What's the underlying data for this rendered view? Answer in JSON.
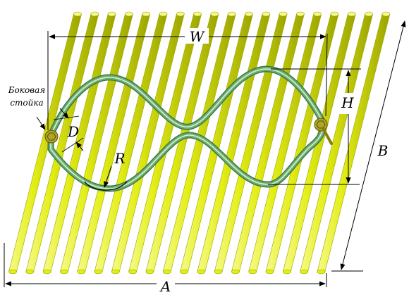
{
  "labels": {
    "width": "W",
    "height": "H",
    "diameter": "D",
    "radius": "R",
    "span_a": "A",
    "span_b": "B",
    "side_post_line1": "Боковая",
    "side_post_line2": "стойка"
  },
  "colors": {
    "rod_fill": "#e3ee12",
    "rod_shade": "#9aa300",
    "rod_light": "#f6fb8a",
    "wire": "#6fae72",
    "wire_light": "#d4f0d0",
    "wire_dark": "#3d7a45",
    "bolt": "#b0a42a",
    "dim_line": "#000000"
  },
  "rod_count": 19
}
